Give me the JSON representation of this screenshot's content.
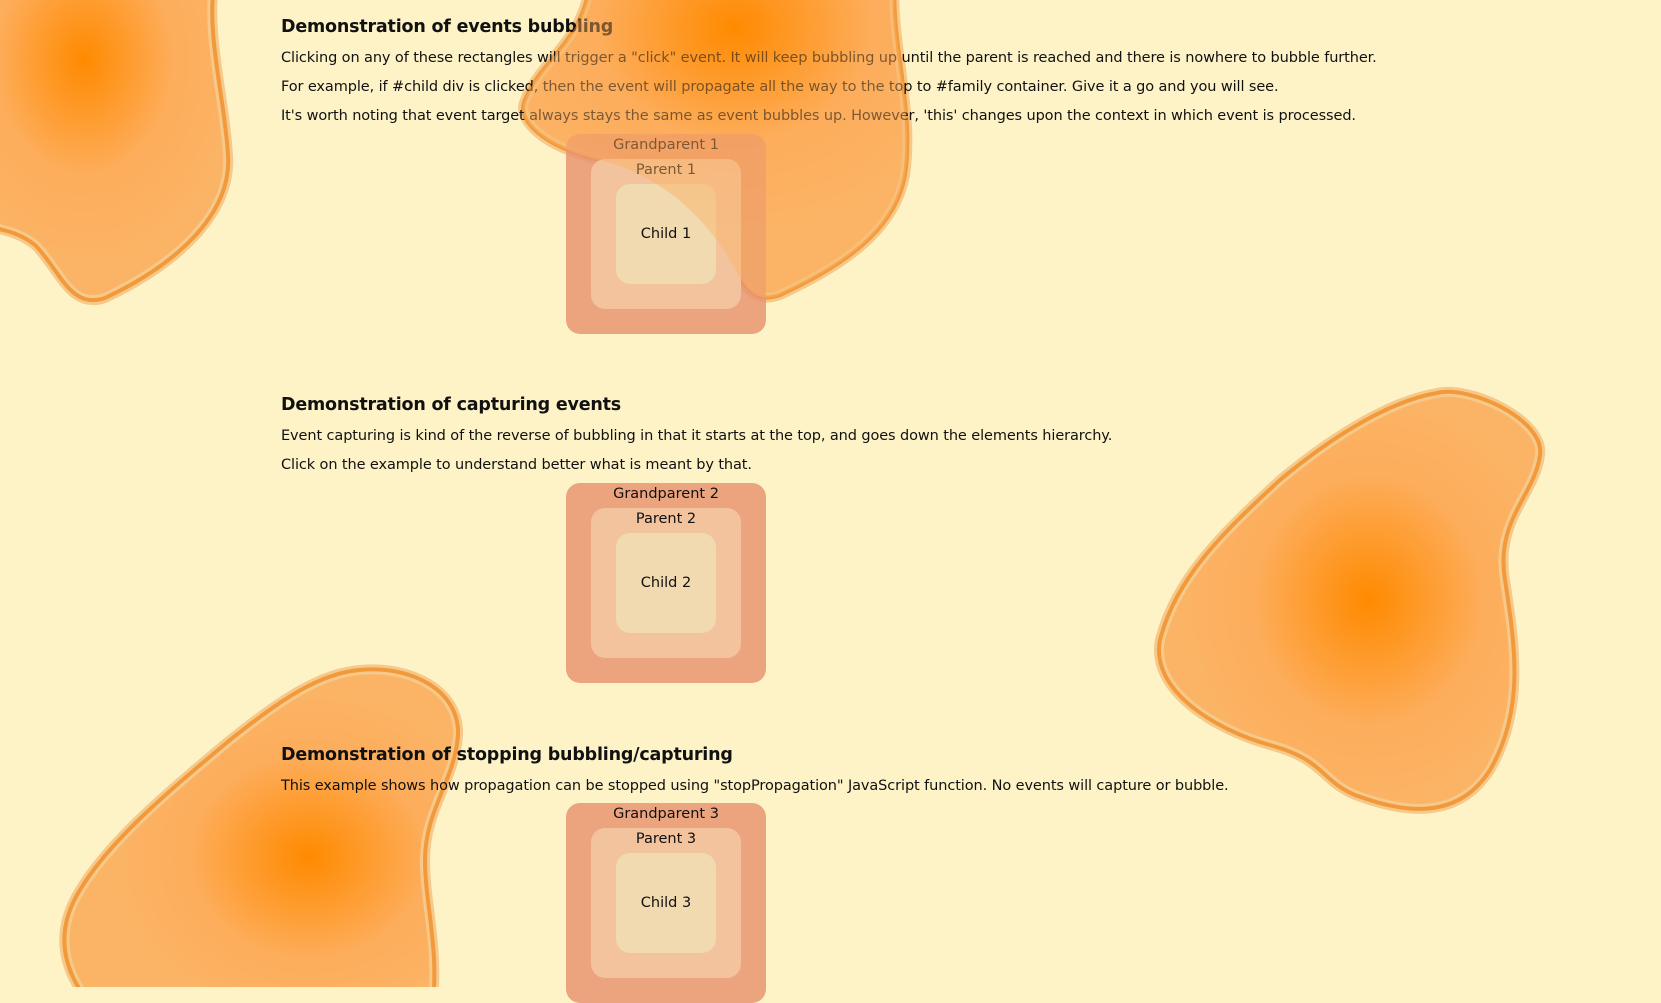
{
  "sections": {
    "bubbling": {
      "title": "Demonstration of events bubbling",
      "lines": [
        "Clicking on any of these rectangles will trigger a \"click\" event. It will keep bubbling up until the parent is reached and there is nowhere to bubble further.",
        "For example, if #child div is clicked, then the event will propagate all the way to the top to #family container. Give it a go and you will see.",
        "It's worth noting that event target always stays the same as event bubbles up. However, 'this' changes upon the context in which event is processed."
      ],
      "family": {
        "grandparent": "Grandparent 1",
        "parent": "Parent 1",
        "child": "Child 1"
      }
    },
    "capturing": {
      "title": "Demonstration of capturing events",
      "lines": [
        "Event capturing is kind of the reverse of bubbling in that it starts at the top, and goes down the elements hierarchy.",
        "Click on the example to understand better what is meant by that."
      ],
      "family": {
        "grandparent": "Grandparent 2",
        "parent": "Parent 2",
        "child": "Child 2"
      }
    },
    "stopping": {
      "title": "Demonstration of stopping bubbling/capturing",
      "lines": [
        "This example shows how propagation can be stopped using \"stopPropagation\" JavaScript function. No events will capture or bubble."
      ],
      "family": {
        "grandparent": "Grandparent 3",
        "parent": "Parent 3",
        "child": "Child 3"
      }
    }
  },
  "colors": {
    "background": "#fef3c7",
    "blob_fill": "#fbb466",
    "blob_center": "#ff8a00",
    "blob_stroke": "#f29a3b",
    "grandparent": "#eaa07f",
    "parent": "#f3c39d",
    "child": "#f1d9b0"
  }
}
